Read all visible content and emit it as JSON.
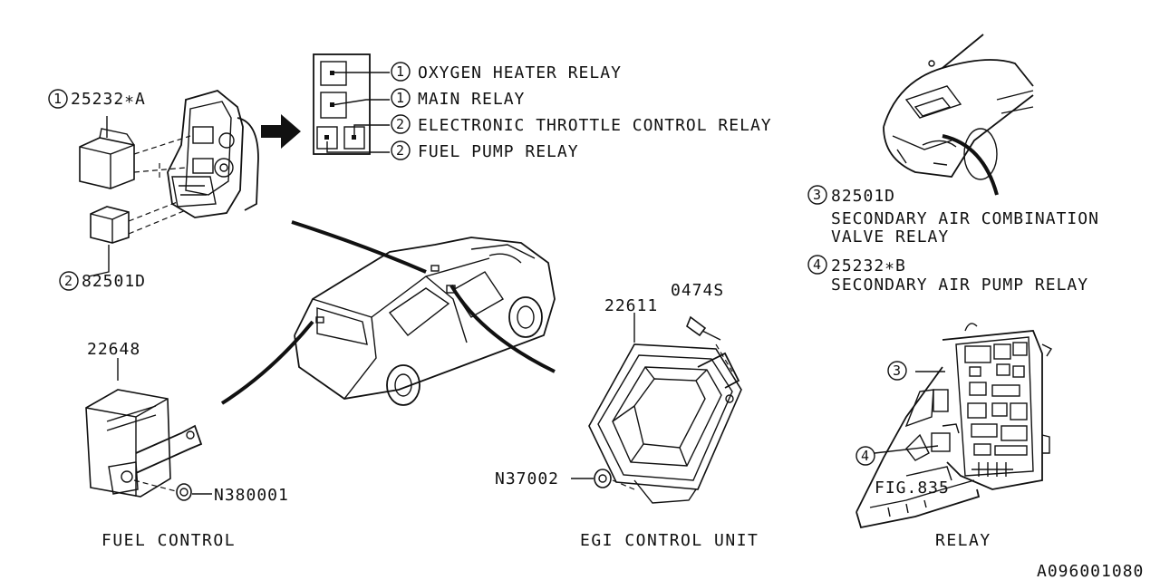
{
  "relay_legend": {
    "oxygen_heater": {
      "num": "1",
      "label": "OXYGEN HEATER RELAY"
    },
    "main": {
      "num": "1",
      "label": "MAIN RELAY"
    },
    "etc": {
      "num": "2",
      "label": "ELECTRONIC THROTTLE CONTROL RELAY"
    },
    "fuel_pump": {
      "num": "2",
      "label": "FUEL PUMP RELAY"
    }
  },
  "relay_parts": {
    "part1": {
      "num": "1",
      "code": "25232∗A"
    },
    "part2": {
      "num": "2",
      "code": "82501D"
    },
    "part3": {
      "num": "3",
      "code": "82501D",
      "desc1": "SECONDARY AIR COMBINATION",
      "desc2": "VALVE RELAY"
    },
    "part4": {
      "num": "4",
      "code": "25232∗B",
      "desc1": "SECONDARY AIR PUMP RELAY"
    }
  },
  "fuel_control": {
    "part": "22648",
    "nut": "N380001",
    "caption": "FUEL CONTROL"
  },
  "egi": {
    "part": "22611",
    "bolt": "0474S",
    "nut": "N37002",
    "caption": "EGI CONTROL UNIT"
  },
  "relay_box": {
    "callout3": "3",
    "callout4": "4",
    "fig": "FIG.835",
    "caption": "RELAY"
  },
  "diagram_id": "A096001080"
}
